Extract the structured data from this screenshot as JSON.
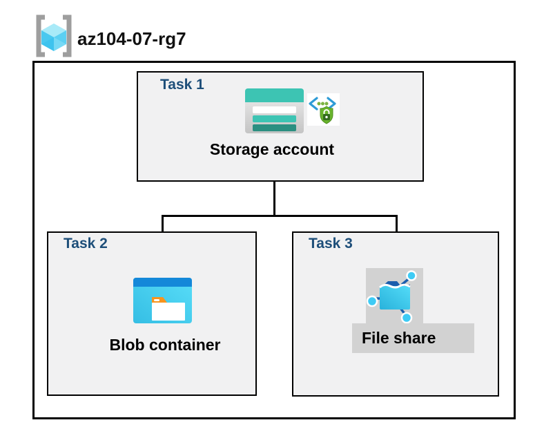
{
  "header": {
    "title": "az104-07-rg7",
    "icon": "resource-group-icon"
  },
  "tasks": {
    "task1": {
      "label": "Task 1",
      "item": "Storage account",
      "icons": [
        "storage-account-icon",
        "secure-access-icon"
      ]
    },
    "task2": {
      "label": "Task 2",
      "item": "Blob container",
      "icons": [
        "blob-container-icon"
      ]
    },
    "task3": {
      "label": "Task 3",
      "item": "File share",
      "icons": [
        "file-share-icon"
      ],
      "selected": true
    }
  },
  "connections": [
    {
      "from": "Storage account",
      "to": "Blob container"
    },
    {
      "from": "Storage account",
      "to": "File share"
    }
  ],
  "colors": {
    "task_label_blue": "#1d4e79",
    "box_fill": "#f1f1f2",
    "border_black": "#000000",
    "selection_gray": "#d2d2d2",
    "storage_teal": "#3dc4b3",
    "storage_teal_dark": "#2b8f81",
    "container_blue": "#1488d9",
    "container_cyan": "#41c8ea",
    "folder_tab_orange": "#f7941e",
    "shield_green": "#69b42d",
    "bracket_gray": "#9e9e9e",
    "cube_cyan": "#49c8f0"
  }
}
